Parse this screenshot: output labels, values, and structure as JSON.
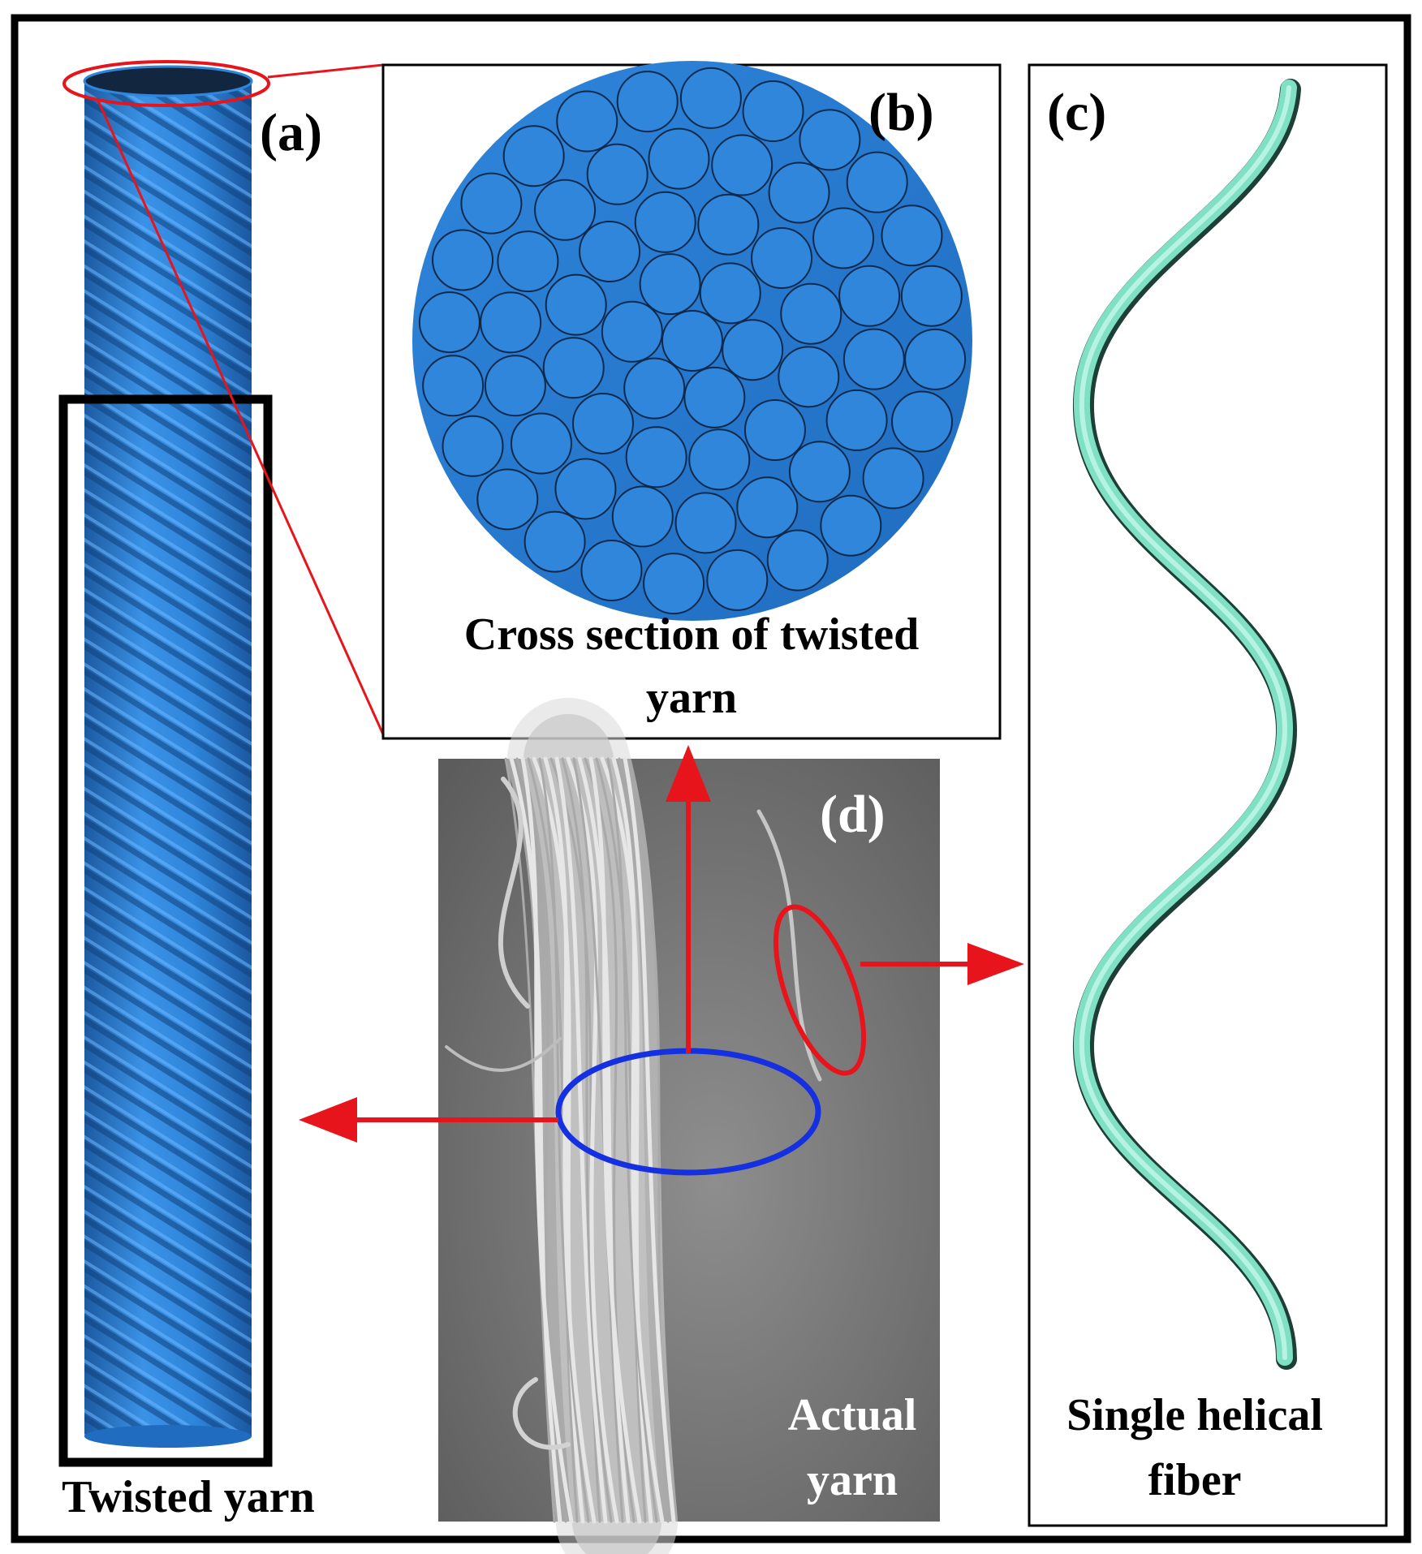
{
  "figure": {
    "panel_a": {
      "tag": "(a)",
      "caption": "Twisted yarn"
    },
    "panel_b": {
      "tag": "(b)",
      "caption_line1": "Cross section of twisted",
      "caption_line2": "yarn"
    },
    "panel_c": {
      "tag": "(c)",
      "caption_line1": "Single helical",
      "caption_line2": "fiber"
    },
    "panel_d": {
      "tag": "(d)",
      "caption_line1": "Actual",
      "caption_line2": "yarn"
    }
  },
  "colors": {
    "yarn_blue": "#2f86db",
    "yarn_blue_dark": "#1d5fa6",
    "fiber_green": "#7fe0c4",
    "fiber_green_dark": "#3a9c82",
    "arrow_red": "#e8141b",
    "ellipse_blue": "#1530e0",
    "sem_bg": "#7d7d7d",
    "frame": "#000000"
  }
}
